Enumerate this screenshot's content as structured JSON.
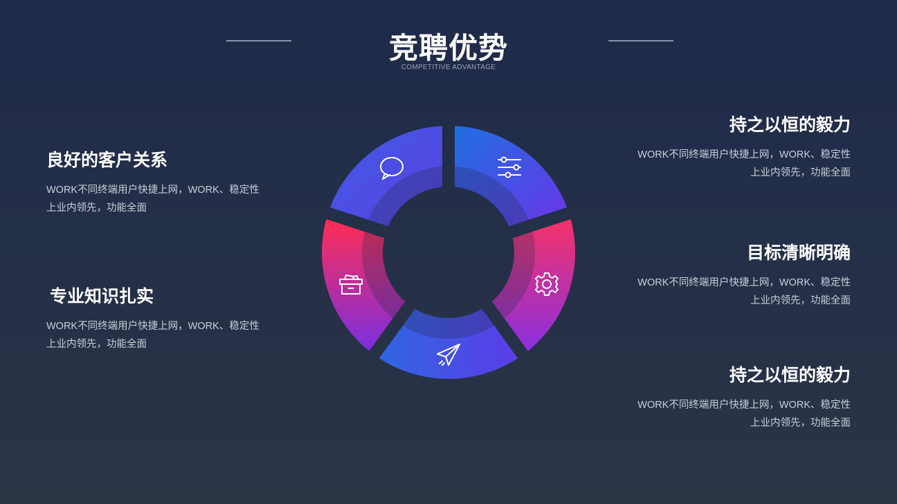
{
  "header": {
    "title": "竞聘优势",
    "subtitle": "COMPETITIVE ADVANTAGE"
  },
  "left_blocks": [
    {
      "title": "良好的客户关系",
      "line1": "WORK不同终端用户快捷上网，WORK、稳定性",
      "line2": "上业内领先，功能全面"
    },
    {
      "title": "专业知识扎实",
      "line1": "WORK不同终端用户快捷上网，WORK、稳定性",
      "line2": "上业内领先，功能全面"
    }
  ],
  "right_blocks": [
    {
      "title": "持之以恒的毅力",
      "line1": "WORK不同终端用户快捷上网，WORK、稳定性",
      "line2": "上业内领先，功能全面"
    },
    {
      "title": "目标清晰明确",
      "line1": "WORK不同终端用户快捷上网，WORK、稳定性",
      "line2": "上业内领先，功能全面"
    },
    {
      "title": "持之以恒的毅力",
      "line1": "WORK不同终端用户快捷上网，WORK、稳定性",
      "line2": "上业内领先，功能全面"
    }
  ],
  "segments": [
    {
      "icon": "chat-bubble-icon",
      "gradient": [
        "#3f5de6",
        "#5a3fe0"
      ]
    },
    {
      "icon": "sliders-icon",
      "gradient": [
        "#1f6fe0",
        "#6a35e8"
      ]
    },
    {
      "icon": "gear-icon",
      "gradient": [
        "#f5326a",
        "#8a30e0"
      ]
    },
    {
      "icon": "paper-plane-icon",
      "gradient": [
        "#2f66e2",
        "#5b3de6"
      ]
    },
    {
      "icon": "box-icon",
      "gradient": [
        "#ff2d55",
        "#7a2fe0"
      ]
    }
  ],
  "colors": {
    "background_top": "#1f2a4a",
    "background_bottom": "#2a3546",
    "body_text": "#c9ced8"
  }
}
